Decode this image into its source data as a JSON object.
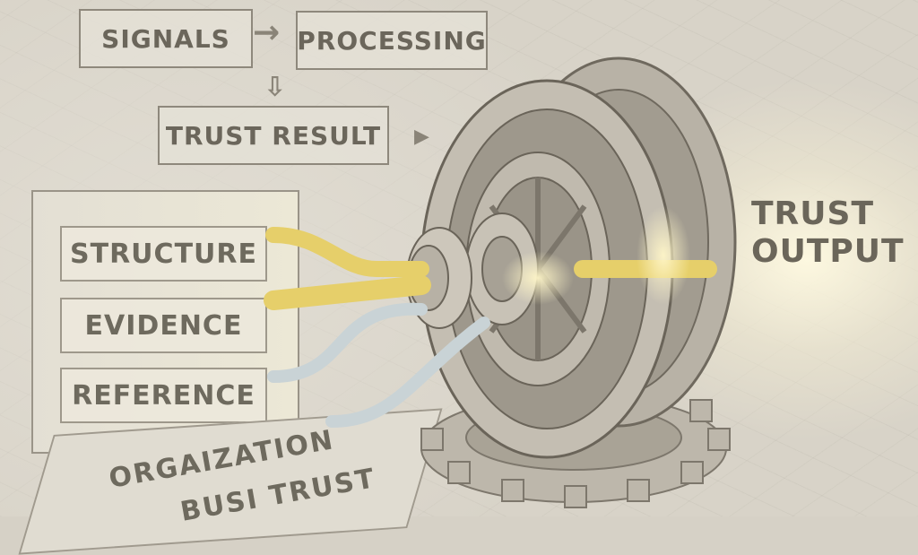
{
  "flow": {
    "signals": "SIGNALS",
    "processing": "PROCESSING",
    "trust_result": "TRUST RESULT",
    "arrow_right": "→",
    "arrow_down": "⇩",
    "pointer": "▶"
  },
  "inputs": {
    "items": [
      {
        "label": "STRUCTURE",
        "cable_color": "#e6cf6a"
      },
      {
        "label": "EVIDENCE",
        "cable_color": "#e6cf6a"
      },
      {
        "label": "REFERENCE",
        "cable_color": "#c9d3d6"
      }
    ]
  },
  "floor_sign": {
    "line1": "ORGAIZATION",
    "line2": "BUSI TRUST"
  },
  "output": {
    "line1": "TRUST",
    "line2": "OUTPUT"
  },
  "colors": {
    "gold_cable": "#e6cf6a",
    "silver_cable": "#c9d3d6",
    "glow": "#fff6d6",
    "pencil": "#6b665b"
  }
}
